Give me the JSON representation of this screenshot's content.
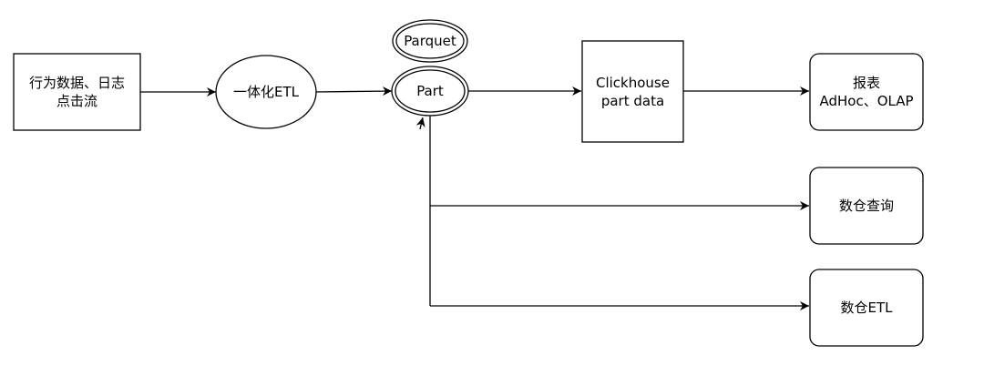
{
  "nodes": {
    "source": {
      "lines": [
        "行为数据、日志",
        "点击流"
      ]
    },
    "etl_unified": {
      "lines": [
        "一体化ETL"
      ]
    },
    "parquet": {
      "lines": [
        "Parquet"
      ]
    },
    "part": {
      "lines": [
        "Part"
      ]
    },
    "clickhouse": {
      "lines": [
        "Clickhouse",
        "part data"
      ]
    },
    "report": {
      "lines": [
        "报表",
        "AdHoc、OLAP"
      ]
    },
    "dw_query": {
      "lines": [
        "数仓查询"
      ]
    },
    "dw_etl": {
      "lines": [
        "数仓ETL"
      ]
    }
  },
  "edges": [
    {
      "from": "source",
      "to": "etl_unified"
    },
    {
      "from": "etl_unified",
      "to": "part"
    },
    {
      "from": "part",
      "to": "clickhouse"
    },
    {
      "from": "clickhouse",
      "to": "report"
    },
    {
      "from": "part",
      "to": "dw_query"
    },
    {
      "from": "part",
      "to": "dw_etl"
    }
  ],
  "colors": {
    "stroke": "#000000",
    "fill": "#ffffff",
    "text": "#000000"
  }
}
